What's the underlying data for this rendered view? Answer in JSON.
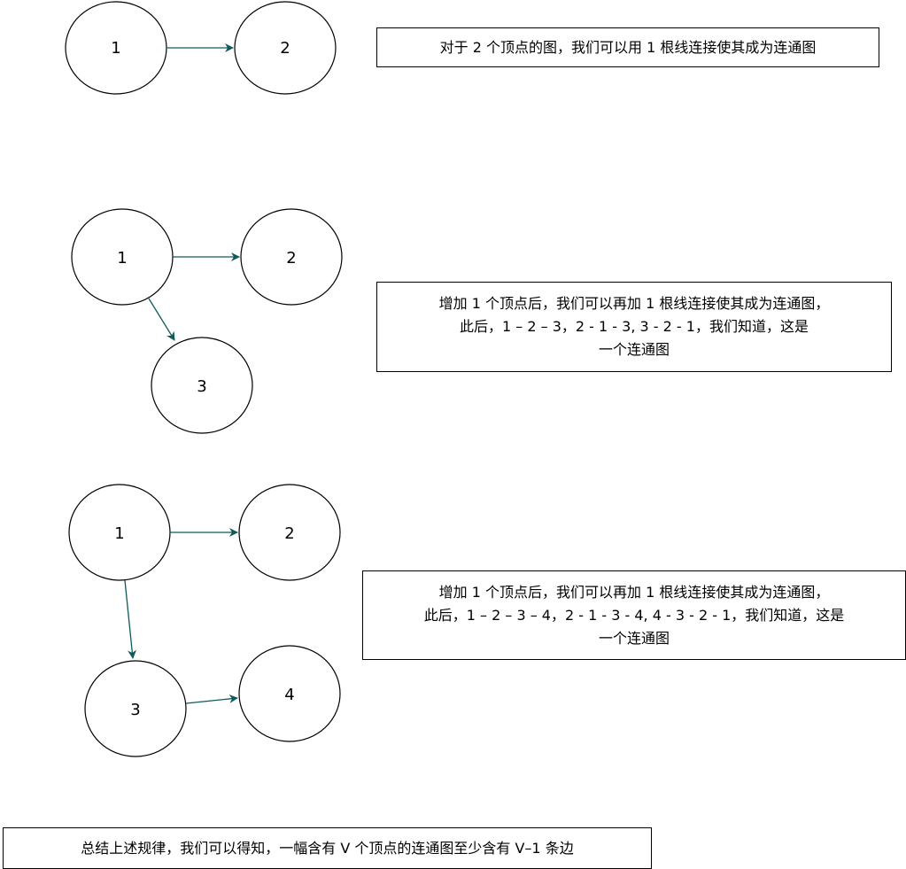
{
  "colors": {
    "edge": "#0f5b5b",
    "node_border": "#000000",
    "background": "#ffffff"
  },
  "figure_1": {
    "nodes": [
      "1",
      "2"
    ],
    "edges": [
      [
        "1",
        "2"
      ]
    ],
    "note_lines": [
      "对于 2 个顶点的图，我们可以用 1 根线连接使其成为连通图"
    ]
  },
  "figure_2": {
    "nodes": [
      "1",
      "2",
      "3"
    ],
    "edges": [
      [
        "1",
        "2"
      ],
      [
        "1",
        "3"
      ]
    ],
    "note_lines": [
      "增加 1 个顶点后，我们可以再加 1 根线连接使其成为连通图，",
      "此后，1 – 2 – 3，2 - 1 - 3, 3 - 2 - 1，我们知道，这是",
      "一个连通图"
    ]
  },
  "figure_3": {
    "nodes": [
      "1",
      "2",
      "3",
      "4"
    ],
    "edges": [
      [
        "1",
        "2"
      ],
      [
        "1",
        "3"
      ],
      [
        "3",
        "4"
      ]
    ],
    "note_lines": [
      "增加 1 个顶点后，我们可以再加 1 根线连接使其成为连通图，",
      "此后，1 – 2 – 3 – 4，2 - 1 - 3 - 4, 4 - 3 - 2 - 1，我们知道，这是",
      "一个连通图"
    ]
  },
  "summary": {
    "text": "总结上述规律，我们可以得知，一幅含有 V 个顶点的连通图至少含有 V–1 条边"
  }
}
